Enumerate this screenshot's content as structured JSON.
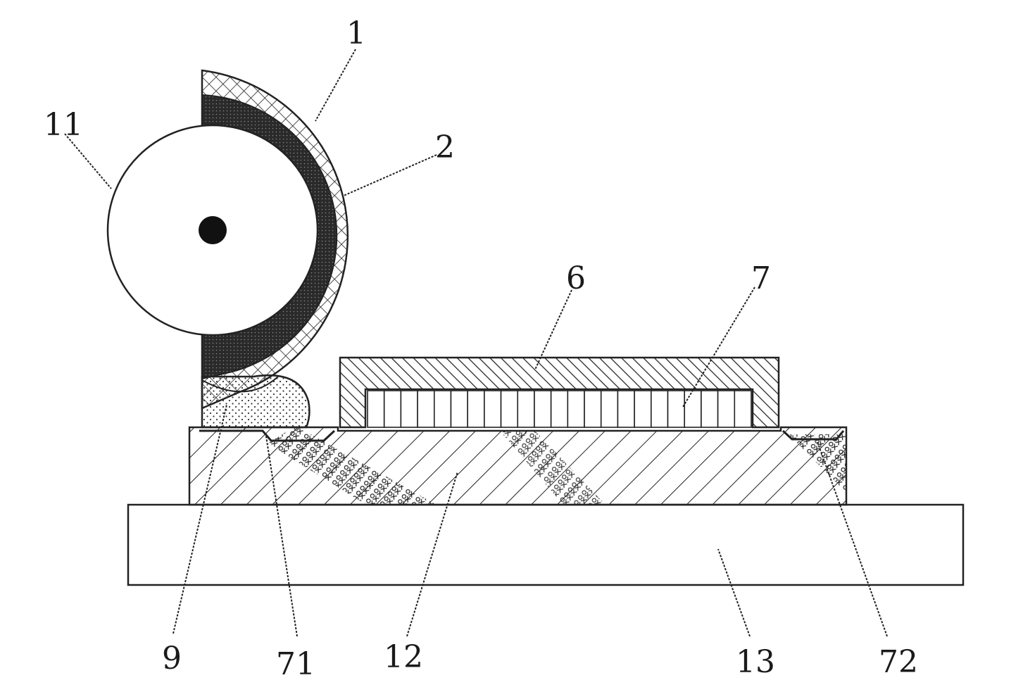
{
  "labels": {
    "label_1": "1",
    "label_2": "2",
    "label_6": "6",
    "label_7": "7",
    "label_9": "9",
    "label_11": "11",
    "label_12": "12",
    "label_13": "13",
    "label_71": "71",
    "label_72": "72"
  },
  "colors": {
    "line": "#222222",
    "dark_fill": "#2a2a2a",
    "background": "#ffffff"
  }
}
